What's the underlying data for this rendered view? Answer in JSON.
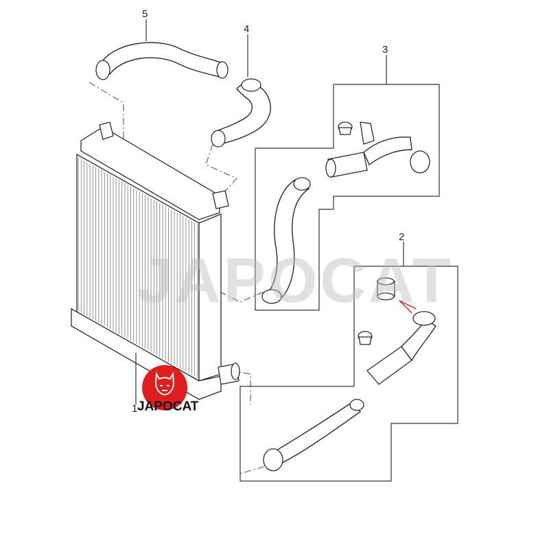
{
  "callouts": {
    "c1": "1",
    "c2": "2",
    "c3": "3",
    "c4": "4",
    "c5": "5"
  },
  "watermark": {
    "text": "JAPOCAT"
  },
  "logo": {
    "text": "JAPOCAT",
    "color": "#e01e1e"
  }
}
